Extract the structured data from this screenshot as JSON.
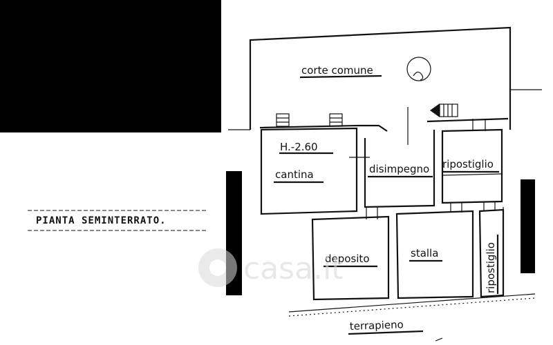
{
  "title": "PIANTA SEMINTERRATO.",
  "height_label": "H.-2.60",
  "rooms": {
    "corte_comune": "corte comune",
    "cantina": "cantina",
    "disimpegno": "disimpegno",
    "ripostiglio_top": "ripostiglio",
    "deposito": "deposito",
    "stalla": "stalla",
    "ripostiglio_side": "ripostiglio",
    "terrapieno": "terrapieno"
  },
  "watermark": "casa.it",
  "colors": {
    "ink": "#111111",
    "redaction": "#000000",
    "paper": "#ffffff"
  },
  "icons": [
    "redaction-block",
    "tree-symbol",
    "stair-arrow-icon",
    "window-marks",
    "watermark-logo-icon"
  ]
}
